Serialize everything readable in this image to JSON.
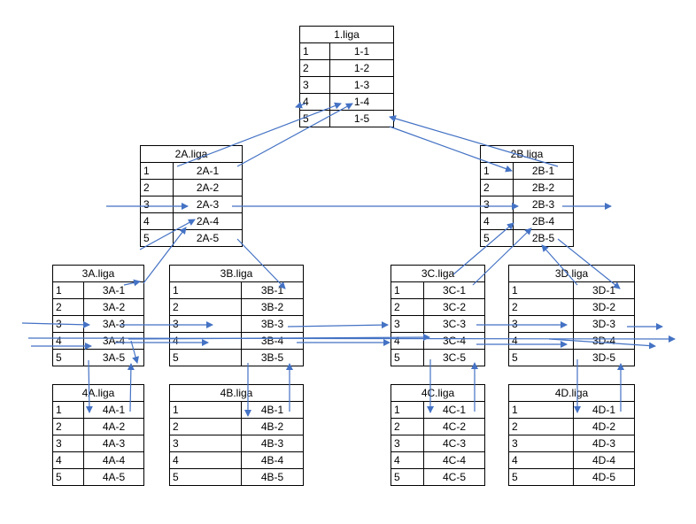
{
  "arrow_color": "#4472C4",
  "leagues": [
    {
      "title": "1.liga",
      "rows": [
        [
          "1",
          "1-1"
        ],
        [
          "2",
          "1-2"
        ],
        [
          "3",
          "1-3"
        ],
        [
          "4",
          "1-4"
        ],
        [
          "5",
          "1-5"
        ]
      ]
    },
    {
      "title": "2A.liga",
      "rows": [
        [
          "1",
          "2A-1"
        ],
        [
          "2",
          "2A-2"
        ],
        [
          "3",
          "2A-3"
        ],
        [
          "4",
          "2A-4"
        ],
        [
          "5",
          "2A-5"
        ]
      ]
    },
    {
      "title": "2B.liga",
      "rows": [
        [
          "1",
          "2B-1"
        ],
        [
          "2",
          "2B-2"
        ],
        [
          "3",
          "2B-3"
        ],
        [
          "4",
          "2B-4"
        ],
        [
          "5",
          "2B-5"
        ]
      ]
    },
    {
      "title": "3A.liga",
      "rows": [
        [
          "1",
          "3A-1"
        ],
        [
          "2",
          "3A-2"
        ],
        [
          "3",
          "3A-3"
        ],
        [
          "4",
          "3A-4"
        ],
        [
          "5",
          "3A-5"
        ]
      ]
    },
    {
      "title": "3B.liga",
      "rows": [
        [
          "1",
          "3B-1"
        ],
        [
          "2",
          "3B-2"
        ],
        [
          "3",
          "3B-3"
        ],
        [
          "4",
          "3B-4"
        ],
        [
          "5",
          "3B-5"
        ]
      ]
    },
    {
      "title": "3C.liga",
      "rows": [
        [
          "1",
          "3C-1"
        ],
        [
          "2",
          "3C-2"
        ],
        [
          "3",
          "3C-3"
        ],
        [
          "4",
          "3C-4"
        ],
        [
          "5",
          "3C-5"
        ]
      ]
    },
    {
      "title": "3D.liga",
      "rows": [
        [
          "1",
          "3D-1"
        ],
        [
          "2",
          "3D-2"
        ],
        [
          "3",
          "3D-3"
        ],
        [
          "4",
          "3D-4"
        ],
        [
          "5",
          "3D-5"
        ]
      ]
    },
    {
      "title": "4A.liga",
      "rows": [
        [
          "1",
          "4A-1"
        ],
        [
          "2",
          "4A-2"
        ],
        [
          "3",
          "4A-3"
        ],
        [
          "4",
          "4A-4"
        ],
        [
          "5",
          "4A-5"
        ]
      ]
    },
    {
      "title": "4B.liga",
      "rows": [
        [
          "1",
          "4B-1"
        ],
        [
          "2",
          "4B-2"
        ],
        [
          "3",
          "4B-3"
        ],
        [
          "4",
          "4B-4"
        ],
        [
          "5",
          "4B-5"
        ]
      ]
    },
    {
      "title": "4C.liga",
      "rows": [
        [
          "1",
          "4C-1"
        ],
        [
          "2",
          "4C-2"
        ],
        [
          "3",
          "4C-3"
        ],
        [
          "4",
          "4C-4"
        ],
        [
          "5",
          "4C-5"
        ]
      ]
    },
    {
      "title": "4D.liga",
      "rows": [
        [
          "1",
          "4D-1"
        ],
        [
          "2",
          "4D-2"
        ],
        [
          "3",
          "4D-3"
        ],
        [
          "4",
          "4D-4"
        ],
        [
          "5",
          "4D-5"
        ]
      ]
    }
  ]
}
